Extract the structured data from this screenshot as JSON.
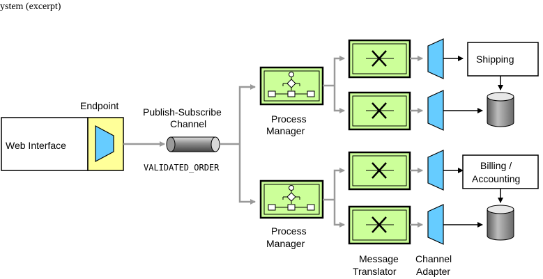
{
  "caption_fragment": "ystem (excerpt)",
  "nodes": {
    "web_interface": "Web Interface",
    "endpoint": "Endpoint",
    "pubsub_line1": "Publish-Subscribe",
    "pubsub_line2": "Channel",
    "channel_name": "VALIDATED_ORDER",
    "process_manager_top_1": "Process",
    "process_manager_top_2": "Manager",
    "process_manager_bottom_1": "Process",
    "process_manager_bottom_2": "Manager",
    "shipping": "Shipping",
    "billing_1": "Billing /",
    "billing_2": "Accounting",
    "message_translator_1": "Message",
    "message_translator_2": "Translator",
    "channel_adapter_1": "Channel",
    "channel_adapter_2": "Adapter"
  },
  "colors": {
    "process_green": "#ccff99",
    "endpoint_yellow": "#ffff99",
    "adapter_cyan": "#66ccff",
    "arrow_gray": "#999999",
    "border": "#000000"
  }
}
